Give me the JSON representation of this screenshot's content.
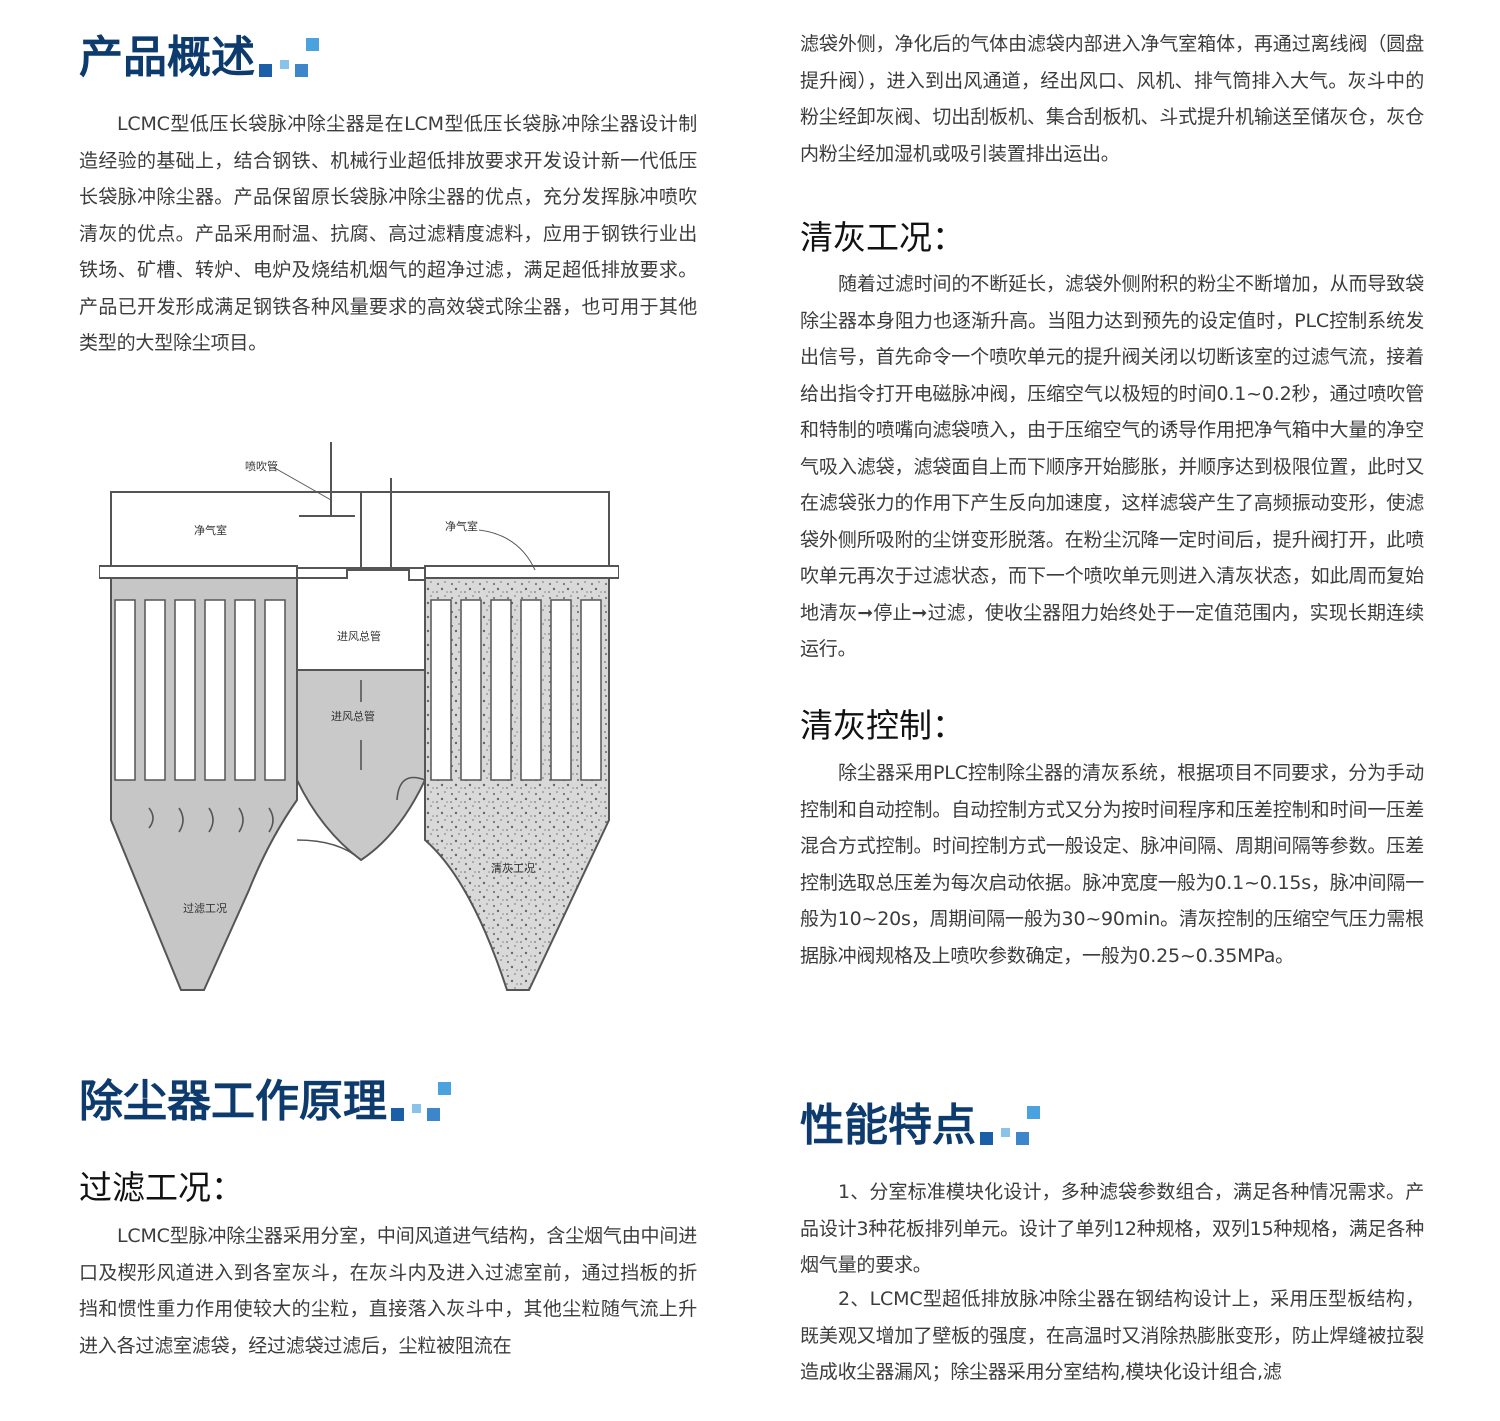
{
  "overview": {
    "title": "产品概述",
    "body": "LCMC型低压长袋脉冲除尘器是在LCM型低压长袋脉冲除尘器设计制造经验的基础上，结合钢铁、机械行业超低排放要求开发设计新一代低压长袋脉冲除尘器。产品保留原长袋脉冲除尘器的优点，充分发挥脉冲喷吹清灰的优点。产品采用耐温、抗腐、高过滤精度滤料，应用于钢铁行业出铁场、矿槽、转炉、电炉及烧结机烟气的超净过滤，满足超低排放要求。产品已开发形成满足钢铁各种风量要求的高效袋式除尘器，也可用于其他类型的大型除尘项目。"
  },
  "diagram": {
    "labels": {
      "pipe": "喷吹管",
      "clean_chamber_left": "净气室",
      "clean_chamber_right": "净气室",
      "duct_upper": "进风总管",
      "duct_lower": "进风总管",
      "filter_state": "过滤工况",
      "cleaning_state": "清灰工况"
    }
  },
  "principle": {
    "title": "除尘器工作原理",
    "filter": {
      "subtitle": "过滤工况：",
      "body": "LCMC型脉冲除尘器采用分室，中间风道进气结构，含尘烟气由中间进口及楔形风道进入到各室灰斗，在灰斗内及进入过滤室前，通过挡板的折挡和惯性重力作用使较大的尘粒，直接落入灰斗中，其他尘粒随气流上升进入各过滤室滤袋，经过滤袋过滤后，尘粒被阻流在",
      "continuation": "滤袋外侧，净化后的气体由滤袋内部进入净气室箱体，再通过离线阀（圆盘提升阀），进入到出风通道，经出风口、风机、排气筒排入大气。灰斗中的粉尘经卸灰阀、切出刮板机、集合刮板机、斗式提升机输送至储灰仓，灰仓内粉尘经加湿机或吸引装置排出运出。"
    },
    "cleaning": {
      "subtitle": "清灰工况：",
      "body": "随着过滤时间的不断延长，滤袋外侧附积的粉尘不断增加，从而导致袋除尘器本身阻力也逐渐升高。当阻力达到预先的设定值时，PLC控制系统发出信号，首先命令一个喷吹单元的提升阀关闭以切断该室的过滤气流，接着给出指令打开电磁脉冲阀，压缩空气以极短的时间0.1~0.2秒，通过喷吹管和特制的喷嘴向滤袋喷入，由于压缩空气的诱导作用把净气箱中大量的净空气吸入滤袋，滤袋面自上而下顺序开始膨胀，并顺序达到极限位置，此时又在滤袋张力的作用下产生反向加速度，这样滤袋产生了高频振动变形，使滤袋外侧所吸附的尘饼变形脱落。在粉尘沉降一定时间后，提升阀打开，此喷吹单元再次于过滤状态，而下一个喷吹单元则进入清灰状态，如此周而复始地清灰➞停止➞过滤，使收尘器阻力始终处于一定值范围内，实现长期连续运行。"
    },
    "control": {
      "subtitle": "清灰控制：",
      "body": "除尘器采用PLC控制除尘器的清灰系统，根据项目不同要求，分为手动控制和自动控制。自动控制方式又分为按时间程序和压差控制和时间一压差混合方式控制。时间控制方式一般设定、脉冲间隔、周期间隔等参数。压差控制选取总压差为每次启动依据。脉冲宽度一般为0.1~0.15s，脉冲间隔一般为10~20s，周期间隔一般为30~90min。清灰控制的压缩空气压力需根据脉冲阀规格及上喷吹参数确定，一般为0.25~0.35MPa。"
    }
  },
  "features": {
    "title": "性能特点",
    "item1": "1、分室标准模块化设计，多种滤袋参数组合，满足各种情况需求。产品设计3种花板排列单元。设计了单列12种规格，双列15种规格，满足各种烟气量的要求。",
    "item2": "2、LCMC型超低排放脉冲除尘器在钢结构设计上，采用压型板结构，既美观又增加了壁板的强度，在高温时又消除热膨胀变形，防止焊缝被拉裂造成收尘器漏风；除尘器采用分室结构,模块化设计组合,滤"
  },
  "colors": {
    "heading": "#0d3b6e",
    "deco_dark": "#1a5fa8",
    "deco_mid": "#3d86cc",
    "deco_light": "#89c3ea",
    "body_text": "#3c3c3c"
  }
}
